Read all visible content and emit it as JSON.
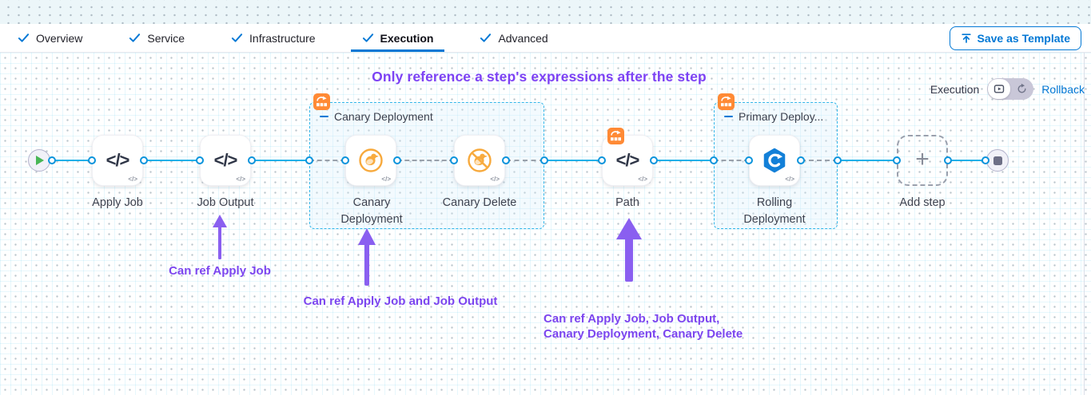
{
  "tabs": {
    "items": [
      {
        "label": "Overview"
      },
      {
        "label": "Service"
      },
      {
        "label": "Infrastructure"
      },
      {
        "label": "Execution"
      },
      {
        "label": "Advanced"
      }
    ],
    "active": "Execution"
  },
  "toolbar": {
    "save_as_template_label": "Save as Template"
  },
  "view_toggle": {
    "label": "Execution",
    "rollback_label": "Rollback"
  },
  "annotations": {
    "title": "Only reference a step's expressions after the step",
    "note_job_output": "Can ref Apply Job",
    "note_canary": "Can ref Apply Job and Job Output",
    "note_path": "Can ref Apply Job, Job Output, Canary Deployment, Canary Delete"
  },
  "pipeline": {
    "steps": {
      "apply_job": {
        "label": "Apply Job"
      },
      "job_output": {
        "label": "Job Output"
      },
      "canary_deployment": {
        "label": "Canary Deployment"
      },
      "canary_delete": {
        "label": "Canary Delete"
      },
      "path": {
        "label": "Path"
      },
      "rolling_deployment": {
        "label": "Rolling Deployment"
      }
    },
    "groups": [
      {
        "title": "Canary Deployment"
      },
      {
        "title": "Primary Deploy..."
      }
    ],
    "add_step_label": "Add step"
  },
  "colors": {
    "accent_blue": "#0278d5",
    "connector_cyan": "#18b0e8",
    "annotation_purple": "#7c45ef",
    "badge_orange": "#ff8a35"
  }
}
